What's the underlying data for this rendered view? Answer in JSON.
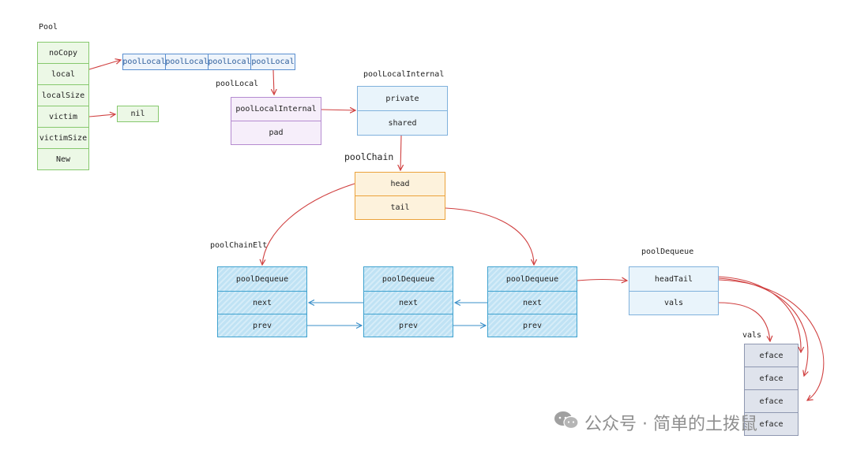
{
  "labels": {
    "pool": "Pool",
    "poolLocal": "poolLocal",
    "poolLocalInternal": "poolLocalInternal",
    "poolChain": "poolChain",
    "poolChainElt": "poolChainElt",
    "poolDequeue": "poolDequeue",
    "vals": "vals"
  },
  "pool_fields": [
    "noCopy",
    "local",
    "localSize",
    "victim",
    "victimSize",
    "New"
  ],
  "nil": "nil",
  "pool_local_array": [
    "poolLocal",
    "poolLocal",
    "poolLocal",
    "poolLocal"
  ],
  "pool_local_fields": [
    "poolLocalInternal",
    "pad"
  ],
  "pool_local_internal_fields": [
    "private",
    "shared"
  ],
  "pool_chain_fields": [
    "head",
    "tail"
  ],
  "chain_elt_fields": [
    "poolDequeue",
    "next",
    "prev"
  ],
  "pool_dequeue_fields": [
    "headTail",
    "vals"
  ],
  "vals_items": [
    "eface",
    "eface",
    "eface",
    "eface"
  ],
  "watermark": "公众号 · 简单的土拨鼠"
}
